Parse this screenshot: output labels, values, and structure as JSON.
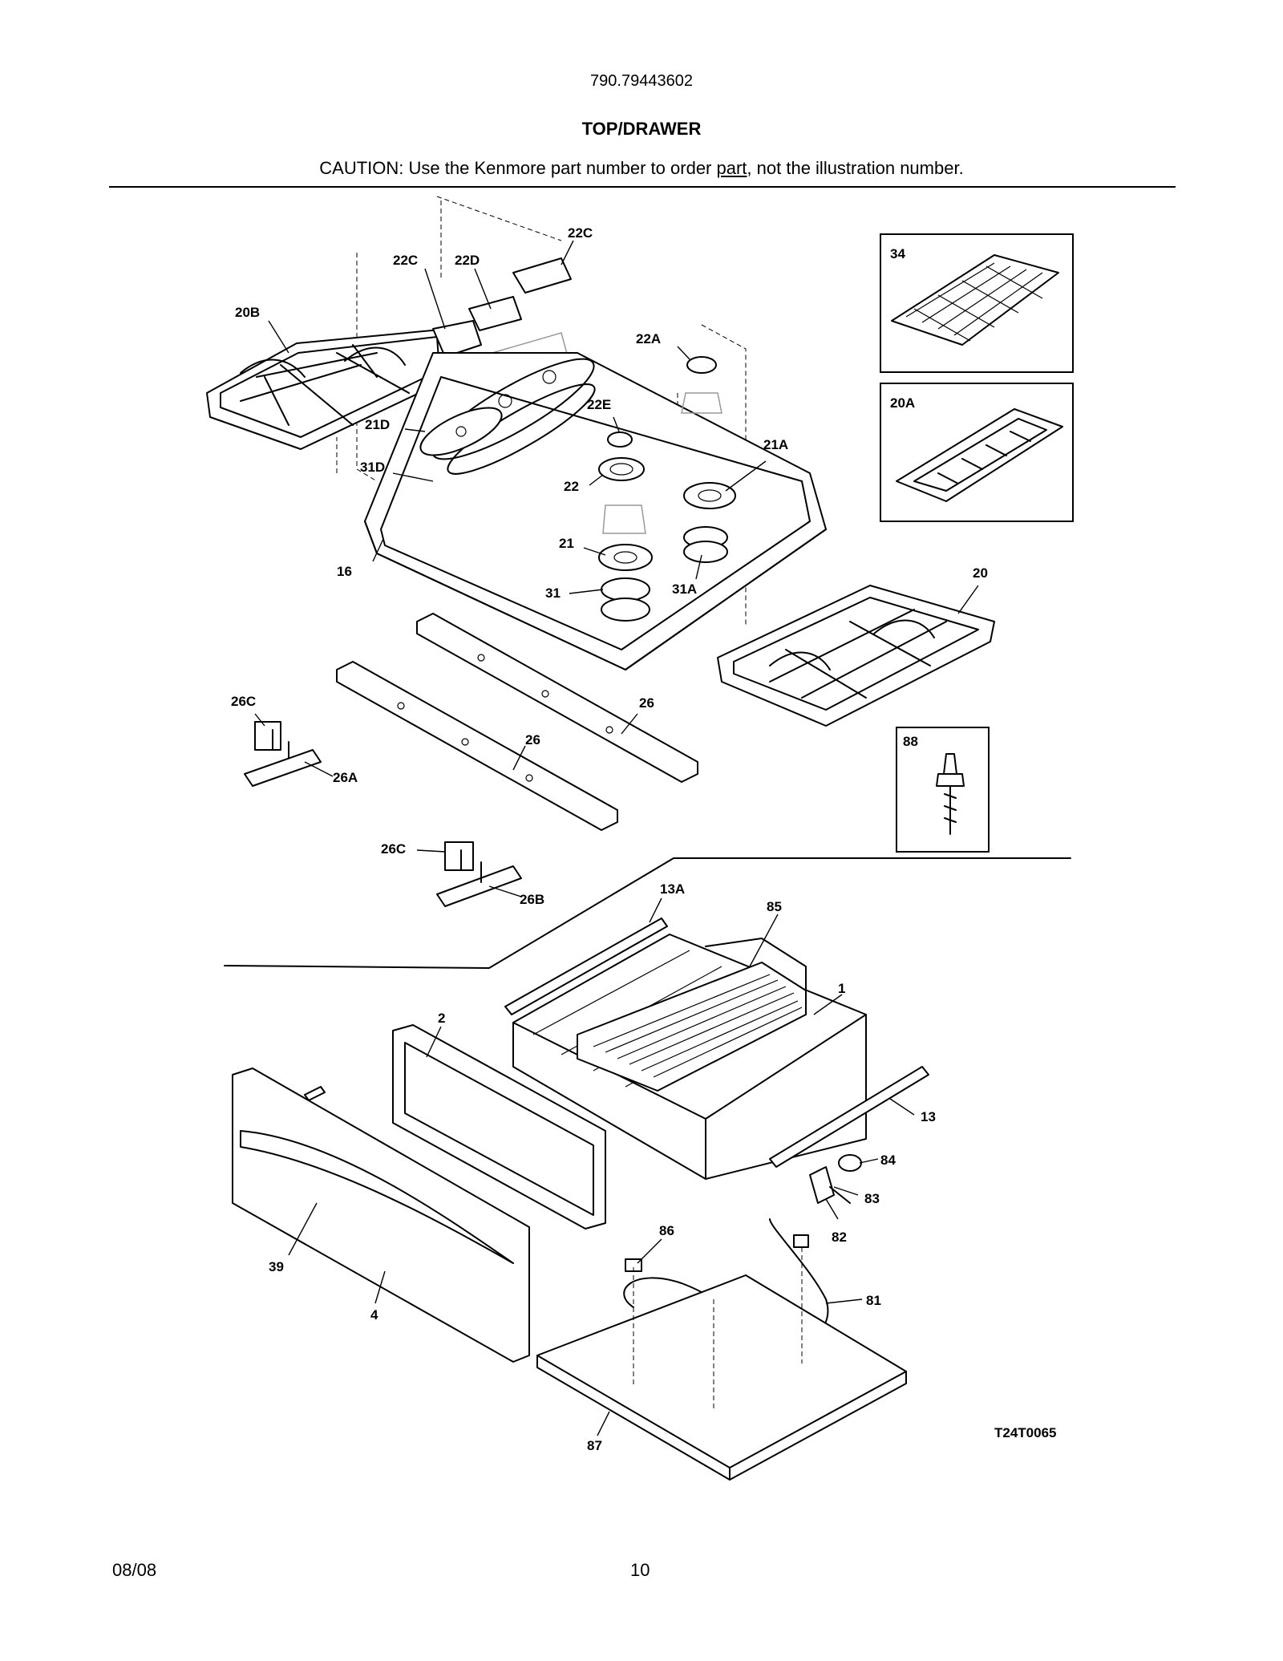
{
  "header": {
    "model_number": "790.79443602",
    "section_title": "TOP/DRAWER",
    "caution_before": "CAUTION: Use the Kenmore part number to order ",
    "caution_underlined": "part",
    "caution_after": ", not the illustration number."
  },
  "diagram": {
    "callouts": [
      "22C",
      "22D",
      "22C",
      "20B",
      "22A",
      "22E",
      "21D",
      "31D",
      "21A",
      "22",
      "21",
      "16",
      "31",
      "31A",
      "20",
      "26C",
      "26",
      "26",
      "26A",
      "26C",
      "26B",
      "13A",
      "85",
      "1",
      "2",
      "13",
      "84",
      "83",
      "82",
      "86",
      "39",
      "81",
      "4",
      "87"
    ],
    "inset_callouts": [
      "34",
      "20A",
      "88"
    ],
    "drawing_code": "T24T0065"
  },
  "footer": {
    "date": "08/08",
    "page_number": "10"
  }
}
